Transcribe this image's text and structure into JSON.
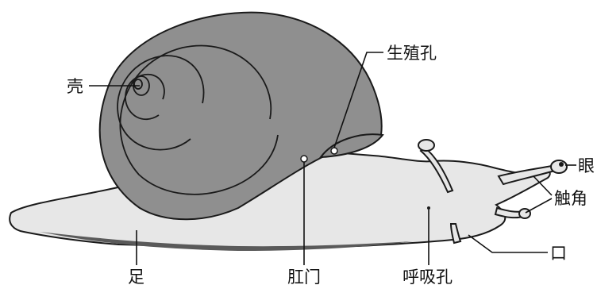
{
  "diagram": {
    "subject": "snail-anatomy",
    "colors": {
      "body": "#e7e7e7",
      "body_edge": "#1a1a1a",
      "shell": "#8f8f8f",
      "shell_edge": "#1a1a1a",
      "foot_shadow": "#5a5a5a"
    },
    "labels": {
      "shell": "壳",
      "genital_pore": "生殖孔",
      "eye": "眼",
      "tentacle": "触角",
      "mouth": "口",
      "foot": "足",
      "anus": "肛门",
      "breathing_pore": "呼吸孔"
    }
  }
}
